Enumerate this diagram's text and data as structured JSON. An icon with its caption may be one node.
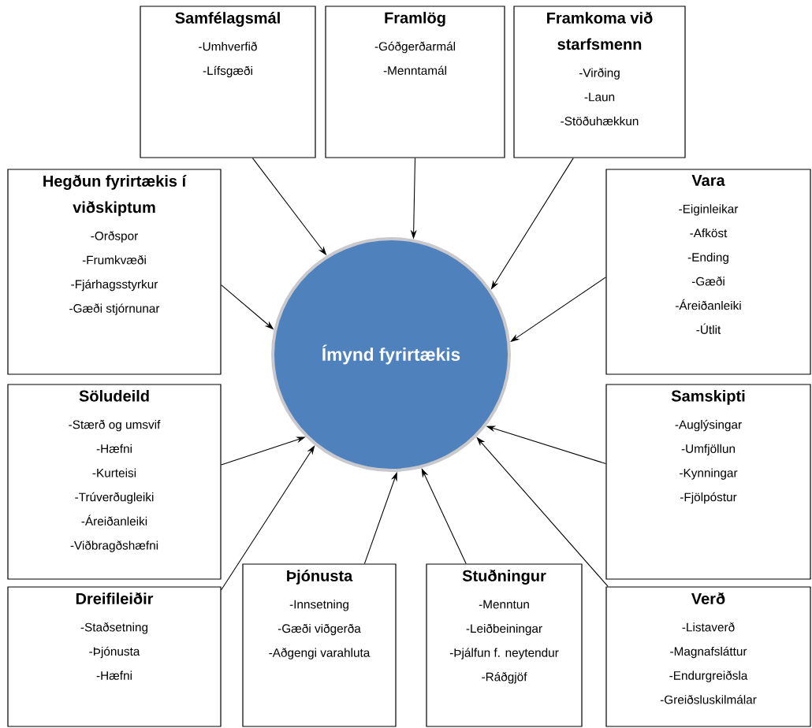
{
  "diagram": {
    "nodes": [
      {
        "text": [
          "Samfélagsmál",
          "-Umhverfið",
          "-Lífsgæði"
        ]
      },
      {
        "text": [
          "Framlög",
          "-Góðgerðarmál",
          "-Menntamál"
        ]
      },
      {
        "text": [
          "Framkoma við starfsmenn",
          "-Virðing",
          "-Laun",
          "-Stöðuhækkun"
        ]
      },
      {
        "text": [
          "Hegðun fyrirtækis í viðskiptum",
          "-Orðspor",
          "-Frumkvæði",
          "-Fjárhagsstyrkur",
          "-Gæði stjórnunar"
        ]
      },
      {
        "text": [
          "Vara",
          "-Eiginleikar",
          "-Afköst",
          "-Ending",
          "-Gæði",
          "-Áreiðanleiki",
          "-Útlit"
        ]
      },
      {
        "text": [
          "Ímynd fyrirtækis"
        ]
      },
      {
        "text": [
          "Söludeild",
          "-Stærð og umsvif",
          "-Hæfni",
          "-Kurteisi",
          "-Trúverðugleiki",
          "-Áreiðanleiki",
          "-Viðbragðshæfni"
        ]
      },
      {
        "text": [
          "Samskipti",
          "-Auglýsingar",
          "-Umfjöllun",
          "-Kynningar",
          "-Fjölpóstur"
        ]
      },
      {
        "text": [
          "Dreifileiðir",
          "-Staðsetning",
          "-Þjónusta",
          "-Hæfni"
        ]
      },
      {
        "text": [
          "Þjónusta",
          "-Innsetning",
          "-Gæði viðgerða",
          "-Aðgengi varahluta"
        ]
      },
      {
        "text": [
          "Stuðningur",
          "-Menntun",
          "-Leiðbeiningar",
          "-Þjálfun f. neytendur",
          "-Ráðgjöf"
        ]
      },
      {
        "text": [
          "Verð",
          "-Listaverð",
          "-Magnafsláttur",
          "-Endurgreiðsla",
          "-Greiðsluskilmálar"
        ]
      }
    ],
    "edges": [
      {
        "from": 0,
        "to": 5,
        "arrow": "to"
      },
      {
        "from": 1,
        "to": 5,
        "arrow": "to"
      },
      {
        "from": 2,
        "to": 5,
        "arrow": "to"
      },
      {
        "from": 3,
        "to": 5,
        "arrow": "to"
      },
      {
        "from": 4,
        "to": 5,
        "arrow": "to"
      },
      {
        "from": 6,
        "to": 5,
        "arrow": "to"
      },
      {
        "from": 7,
        "to": 5,
        "arrow": "to"
      },
      {
        "from": 8,
        "to": 5,
        "arrow": "to"
      },
      {
        "from": 9,
        "to": 5,
        "arrow": "to"
      },
      {
        "from": 10,
        "to": 5,
        "arrow": "to"
      },
      {
        "from": 11,
        "to": 5,
        "arrow": "to"
      }
    ]
  }
}
